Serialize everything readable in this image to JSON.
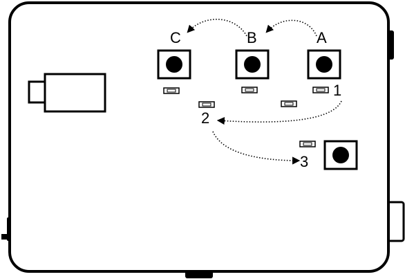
{
  "labels": {
    "button_c": "C",
    "button_b": "B",
    "button_a": "A",
    "step_1": "1",
    "step_2": "2",
    "step_3": "3"
  },
  "colors": {
    "stroke": "#000000",
    "background": "#ffffff",
    "led_fill": "#ffffff"
  }
}
